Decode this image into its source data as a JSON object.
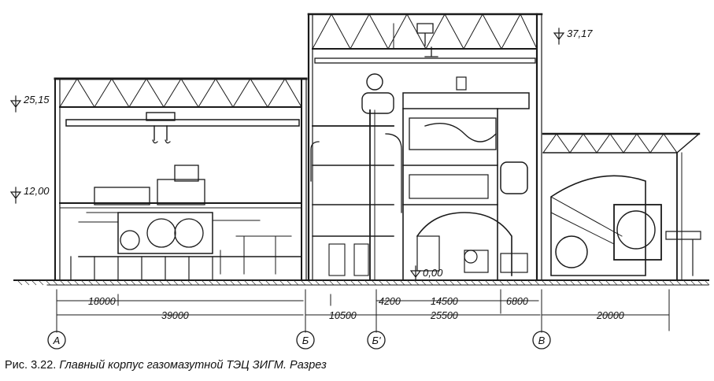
{
  "caption": {
    "figure": "Рис. 3.22.",
    "text": "Главный корпус газомазутной ТЭЦ ЗИГМ. Разрез"
  },
  "elevations": {
    "top": "37,17",
    "crane": "25,15",
    "mid": "12,00",
    "ground": "0,00"
  },
  "dimensions": {
    "d18000": "18000",
    "d39000": "39000",
    "d10500": "10500",
    "d4200": "4200",
    "d14500": "14500",
    "d6800": "6800",
    "d25500": "25500",
    "d20000": "20000"
  },
  "axes": [
    "А",
    "Б",
    "Б'",
    "В"
  ]
}
